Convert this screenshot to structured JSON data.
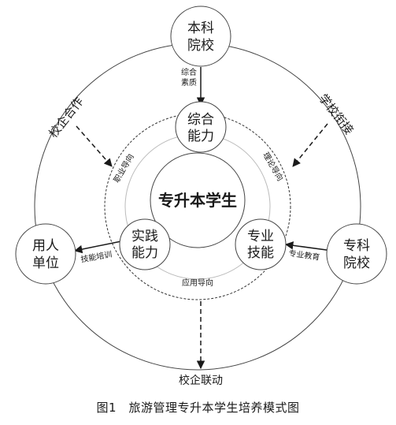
{
  "title": "图1　旅游管理专升本学生培养模式图",
  "nodes": {
    "undergrad": [
      "本科",
      "院校"
    ],
    "vocational": [
      "专科",
      "院校"
    ],
    "employer": [
      "用人",
      "单位"
    ],
    "center": "专升本学生",
    "comprehensive": [
      "综合",
      "能力"
    ],
    "practice": [
      "实践",
      "能力"
    ],
    "professional": [
      "专业",
      "技能"
    ]
  },
  "ring_labels": {
    "school_enterprise": "校企合作",
    "school_link": "学校衔接"
  },
  "edge_labels": {
    "quality": [
      "综合",
      "素质"
    ],
    "career": "职业导向",
    "theory": "理论导向",
    "application": "应用导向",
    "skill_training": "技能培训",
    "professional_edu": "专业教育",
    "linkage": "校企联动"
  }
}
